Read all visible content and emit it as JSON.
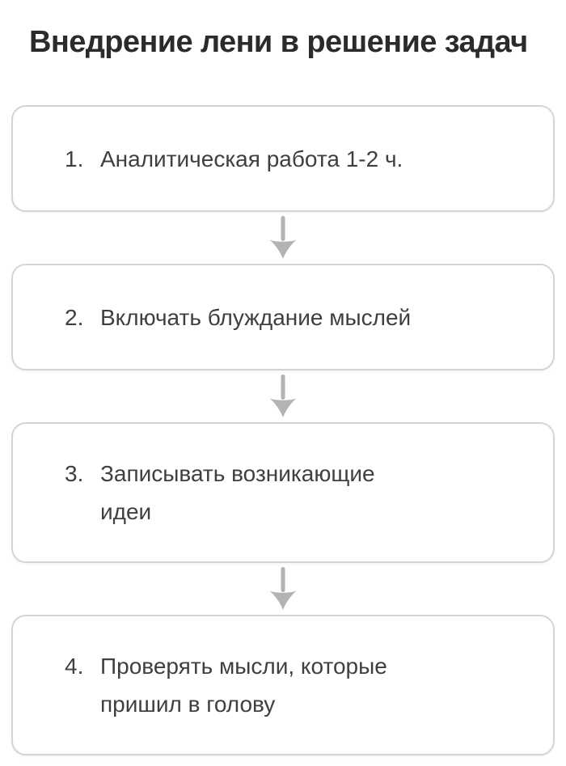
{
  "title": "Внедрение лени в решение задач",
  "steps": [
    {
      "number": "1.",
      "label": "Аналитическая работа 1-2 ч."
    },
    {
      "number": "2.",
      "label": "Включать блуждание мыслей"
    },
    {
      "number": "3.",
      "label": "Записывать возникающие\nидеи"
    },
    {
      "number": "4.",
      "label": "Проверять мысли, которые\nпришил в голову"
    }
  ],
  "colors": {
    "background": "#ffffff",
    "box_border": "#d4d4d4",
    "box_background": "#ffffff",
    "title_text": "#2b2b2b",
    "step_text": "#3f3f3f",
    "arrow": "#b3b3b3"
  }
}
